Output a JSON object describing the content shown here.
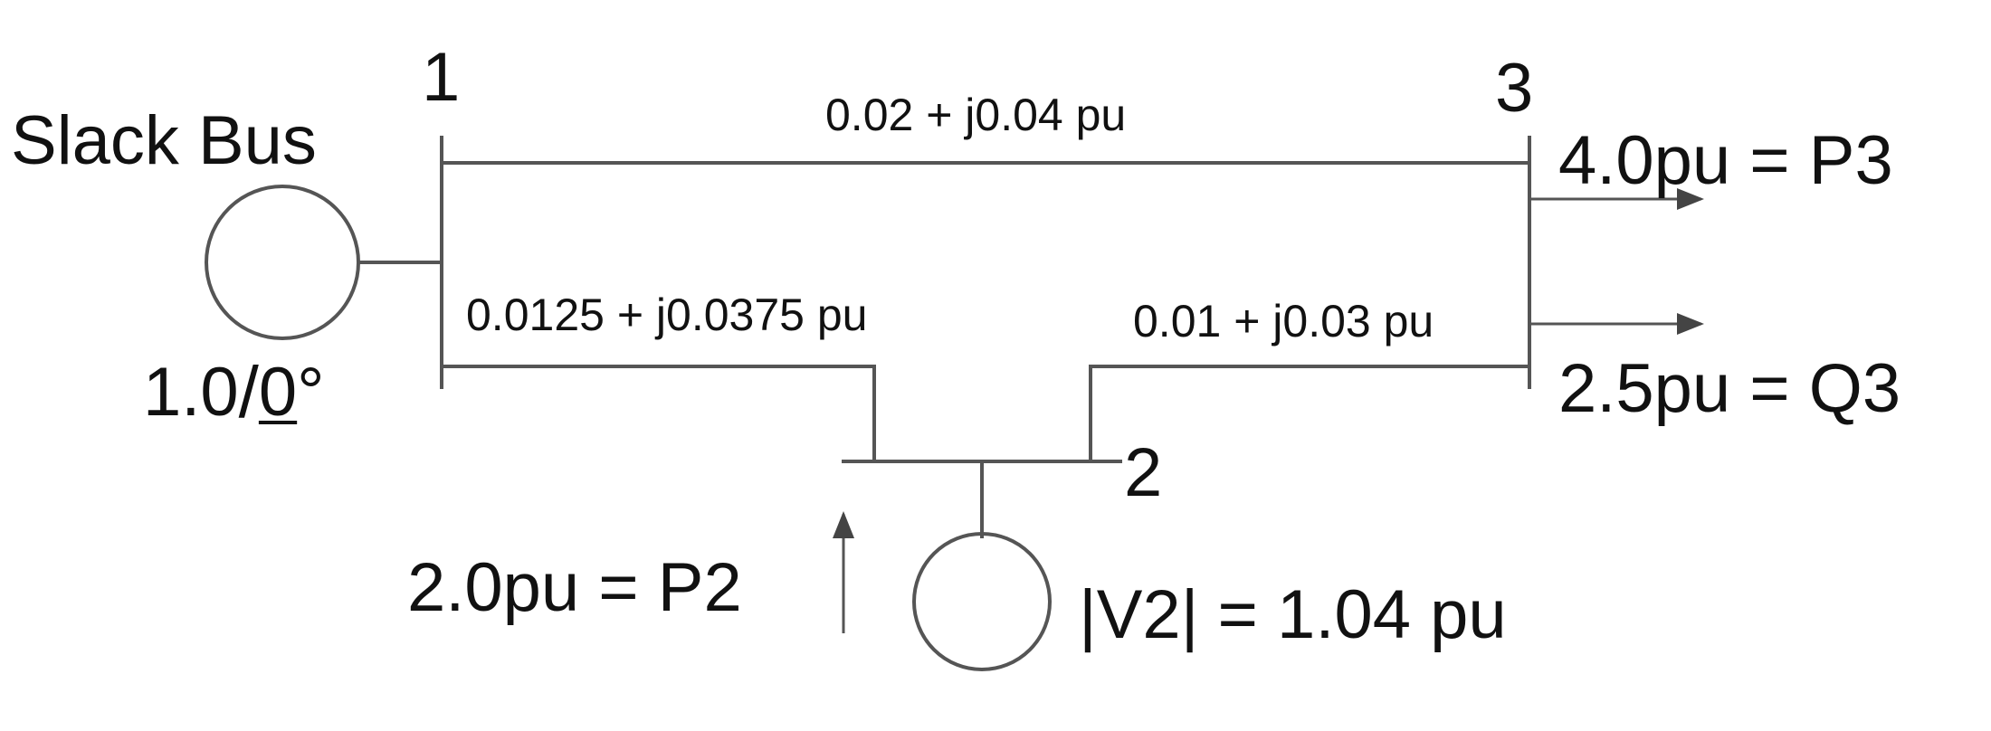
{
  "buses": {
    "bus1": "1",
    "bus2": "2",
    "bus3": "3"
  },
  "slack": {
    "label": "Slack Bus",
    "voltage_mag": "1.0",
    "voltage_angle": "0",
    "degree_symbol": "°"
  },
  "lines": {
    "line_1_3": "0.02 + j0.04 pu",
    "line_1_2": "0.0125 + j0.0375 pu",
    "line_2_3": "0.01 + j0.03 pu"
  },
  "load3": {
    "p": "4.0pu = P3",
    "q": "2.5pu = Q3"
  },
  "gen2": {
    "p": "2.0pu = P2",
    "v": "|V2| = 1.04 pu"
  }
}
